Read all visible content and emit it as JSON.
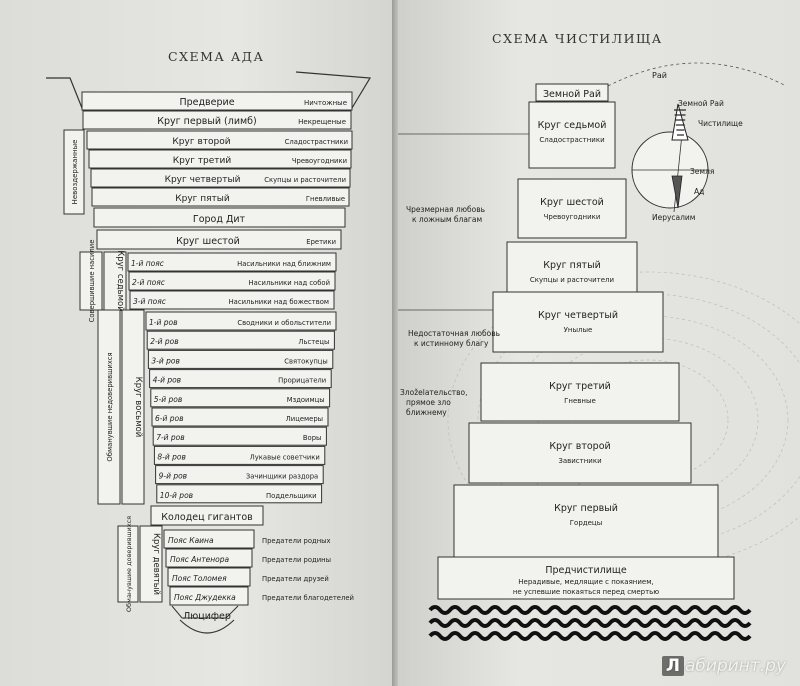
{
  "hell": {
    "title": "СХЕМА АДА",
    "top_rows": [
      {
        "name": "Предверие",
        "note": "Ничтожные"
      },
      {
        "name": "Круг первый (лимб)",
        "note": "Некрещеные"
      }
    ],
    "incontinence_label": "Невоздержанные",
    "incontinence_rows": [
      {
        "name": "Круг второй",
        "note": "Сладострастники"
      },
      {
        "name": "Круг третий",
        "note": "Чревоугодники"
      },
      {
        "name": "Круг четвертый",
        "note": "Скупцы и расточители"
      },
      {
        "name": "Круг пятый",
        "note": "Гневливые"
      }
    ],
    "dis": "Город Дит",
    "sixth": {
      "name": "Круг шестой",
      "note": "Еретики"
    },
    "seventh_group_label": "Совершившие насилие",
    "seventh_label": "Круг седьмой",
    "seventh_rows": [
      {
        "idx": "1-й пояс",
        "note": "Насильники над ближним"
      },
      {
        "idx": "2-й пояс",
        "note": "Насильники над собой"
      },
      {
        "idx": "3-й пояс",
        "note": "Насильники над божеством"
      }
    ],
    "eighth_group_label": "Обманувшие недоверившихся",
    "eighth_label": "Круг восьмой",
    "eighth_rows": [
      {
        "idx": "1-й ров",
        "note": "Сводники и обольстители"
      },
      {
        "idx": "2-й ров",
        "note": "Льстецы"
      },
      {
        "idx": "3-й ров",
        "note": "Святокупцы"
      },
      {
        "idx": "4-й ров",
        "note": "Прорицатели"
      },
      {
        "idx": "5-й ров",
        "note": "Мздоимцы"
      },
      {
        "idx": "6-й ров",
        "note": "Лицемеры"
      },
      {
        "idx": "7-й ров",
        "note": "Воры"
      },
      {
        "idx": "8-й ров",
        "note": "Лукавые советчики"
      },
      {
        "idx": "9-й ров",
        "note": "Зачинщики раздора"
      },
      {
        "idx": "10-й ров",
        "note": "Поддельщики"
      }
    ],
    "well": "Колодец гигантов",
    "ninth_group_label": "Обманувшие доверившихся",
    "ninth_label": "Круг девятый",
    "ninth_rows": [
      {
        "idx": "Пояс Каина",
        "note": "Предатели родных"
      },
      {
        "idx": "Пояс Антенора",
        "note": "Предатели родины"
      },
      {
        "idx": "Пояс Толомея",
        "note": "Предатели друзей"
      },
      {
        "idx": "Пояс Джудекка",
        "note": "Предатели благодетелей"
      }
    ],
    "lucifer": "Люцифер"
  },
  "purgatory": {
    "title": "СХЕМА ЧИСТИЛИЩА",
    "earthly_paradise": "Земной Рай",
    "tiers": [
      {
        "name": "Круг седьмой",
        "note": "Сладострастники"
      },
      {
        "name": "Круг шестой",
        "note": "Чревоугодники"
      },
      {
        "name": "Круг пятый",
        "note": "Скупцы и расточители"
      },
      {
        "name": "Круг четвертый",
        "note": "Унылые"
      },
      {
        "name": "Круг третий",
        "note": "Гневные"
      },
      {
        "name": "Круг второй",
        "note": "Завистники"
      },
      {
        "name": "Круг первый",
        "note": "Гордецы"
      }
    ],
    "ante": {
      "name": "Предчистилище",
      "note1": "Нерадивые, медлящие с покаянием,",
      "note2": "не успевшие покаяться перед смертью"
    },
    "side_labels": [
      {
        "l1": "Чрезмерная любовь",
        "l2": "к ложным благам",
        "l3": ""
      },
      {
        "l1": "Недостаточная любовь",
        "l2": "к истинному благу",
        "l3": ""
      },
      {
        "l1": "Злоželательство,",
        "l2": "прямое зло",
        "l3": "ближнему"
      }
    ],
    "cosmos": {
      "paradise": "Рай",
      "earthly_paradise": "Земной Рай",
      "purgatory": "Чистилище",
      "earth": "Земля",
      "hell": "Ад",
      "jerusalem": "Иерусалим"
    }
  },
  "watermark": {
    "box": "Л",
    "text": "абиринт.ру"
  }
}
